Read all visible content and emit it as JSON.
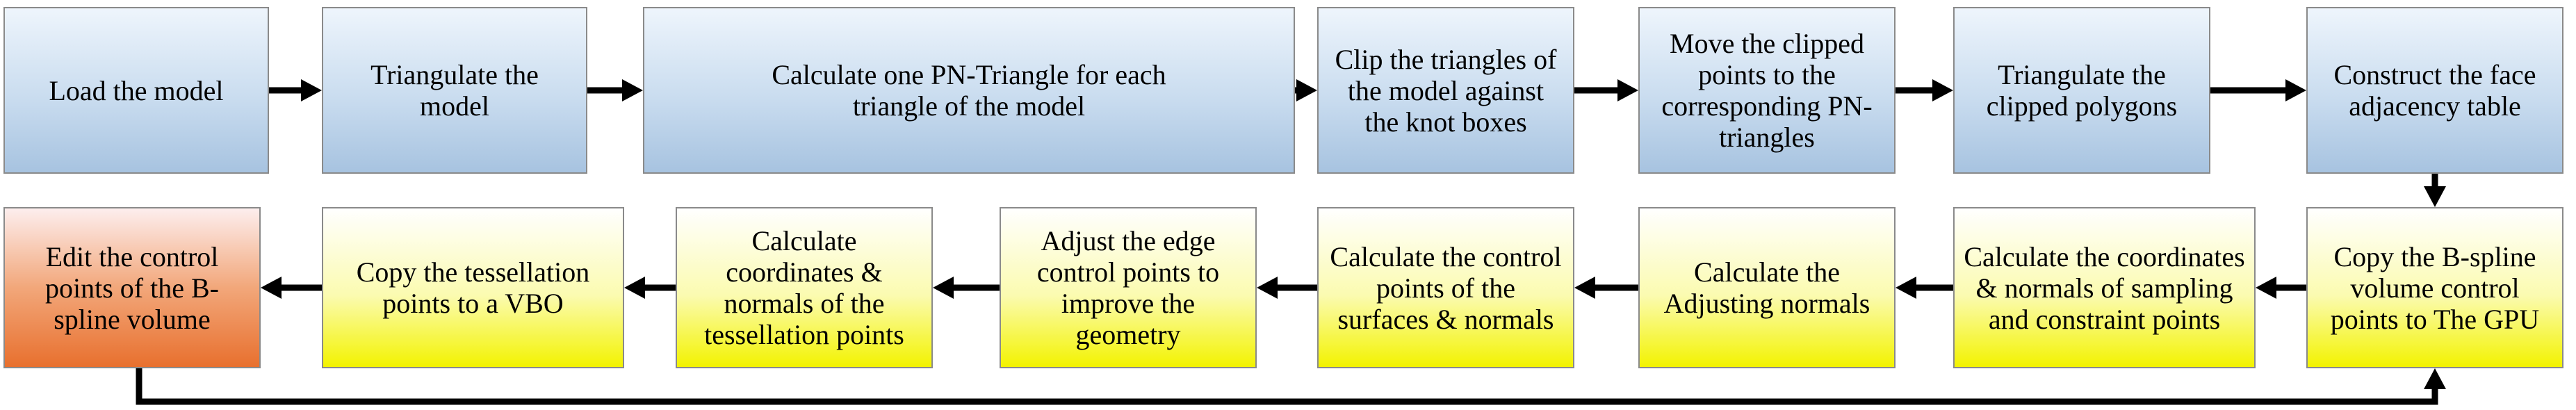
{
  "row1": [
    {
      "id": "load-model",
      "label": "Load the model"
    },
    {
      "id": "triangulate-model",
      "label": "Triangulate the model"
    },
    {
      "id": "calc-pn-triangle",
      "label": "Calculate one PN-Triangle for each triangle of the model"
    },
    {
      "id": "clip-triangles",
      "label": "Clip the triangles of the model against the knot boxes"
    },
    {
      "id": "move-clipped-points",
      "label": "Move the clipped points to the corresponding PN-triangles"
    },
    {
      "id": "triangulate-polygons",
      "label": "Triangulate the clipped polygons"
    },
    {
      "id": "face-adjacency",
      "label": "Construct the face adjacency table"
    }
  ],
  "row2": [
    {
      "id": "copy-control-points-gpu",
      "label": "Copy the B-spline volume control points to The GPU"
    },
    {
      "id": "calc-sampling-coords",
      "label": "Calculate the coordinates & normals of sampling and constraint points"
    },
    {
      "id": "calc-adjusting-normals",
      "label": "Calculate the Adjusting normals"
    },
    {
      "id": "calc-surface-control-points",
      "label": "Calculate the control points of the surfaces & normals"
    },
    {
      "id": "adjust-edge-control-points",
      "label": "Adjust the edge control points to improve the geometry"
    },
    {
      "id": "calc-tessellation-coords",
      "label": "Calculate coordinates & normals of the tessellation points"
    },
    {
      "id": "copy-tessellation-vbo",
      "label": "Copy the tessellation points to a VBO"
    },
    {
      "id": "edit-control-points",
      "label": "Edit the control points of the B-spline volume"
    }
  ],
  "colors": {
    "row1_fill": "#c9dcef",
    "row2_fill": "#fbfbb0",
    "edit_fill": "#e8702e",
    "arrow": "#000000"
  }
}
